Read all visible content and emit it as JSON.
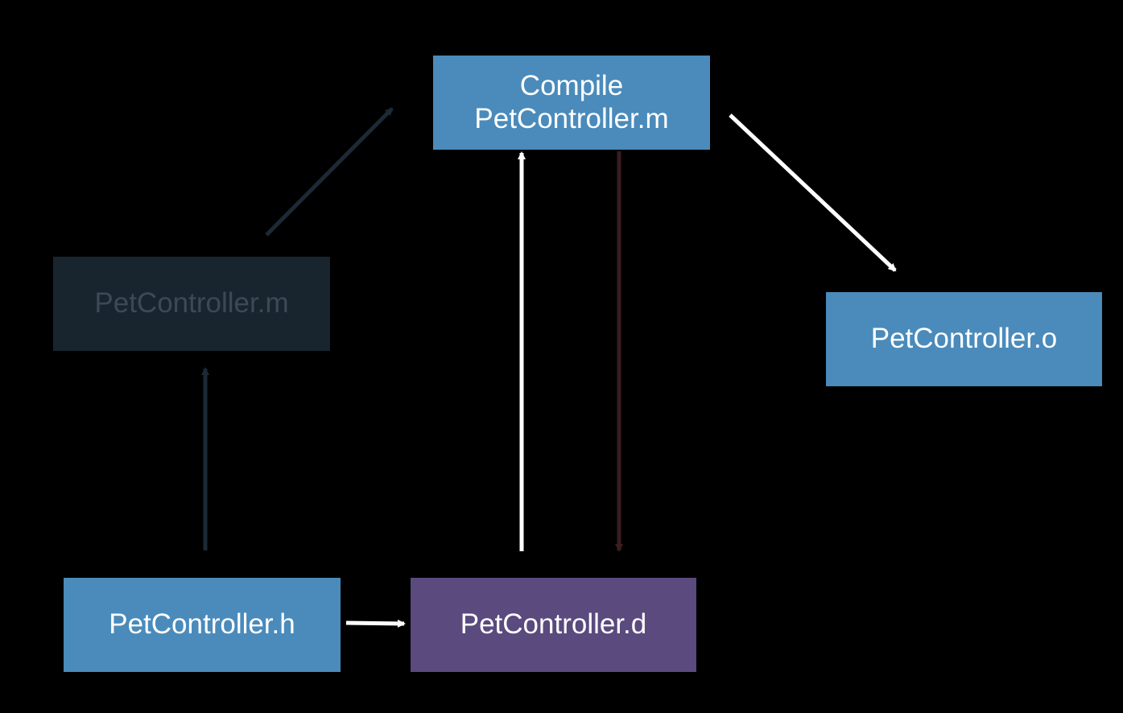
{
  "colors": {
    "background": "#000000",
    "blue_node": "#4a8bbb",
    "dim_node": "#18252f",
    "dim_text": "#3b4a55",
    "purple_node": "#5a4a7e",
    "text": "#ffffff",
    "edge_active": "#ffffff",
    "edge_dim_blue": "#1b2a36",
    "edge_dim_red": "#3a1d1f"
  },
  "nodes": {
    "compile": {
      "label": "Compile\nPetController.m",
      "style": "active"
    },
    "source_m": {
      "label": "PetController.m",
      "style": "dimmed"
    },
    "object_o": {
      "label": "PetController.o",
      "style": "active"
    },
    "header_h": {
      "label": "PetController.h",
      "style": "active"
    },
    "deps_d": {
      "label": "PetController.d",
      "style": "active"
    }
  },
  "edges": [
    {
      "from": "source_m",
      "to": "compile",
      "style": "dimmed"
    },
    {
      "from": "header_h",
      "to": "source_m",
      "style": "dimmed"
    },
    {
      "from": "header_h",
      "to": "deps_d",
      "style": "active"
    },
    {
      "from": "deps_d",
      "to": "compile",
      "style": "active"
    },
    {
      "from": "compile",
      "to": "deps_d",
      "style": "dimmed-red"
    },
    {
      "from": "compile",
      "to": "object_o",
      "style": "active"
    }
  ]
}
